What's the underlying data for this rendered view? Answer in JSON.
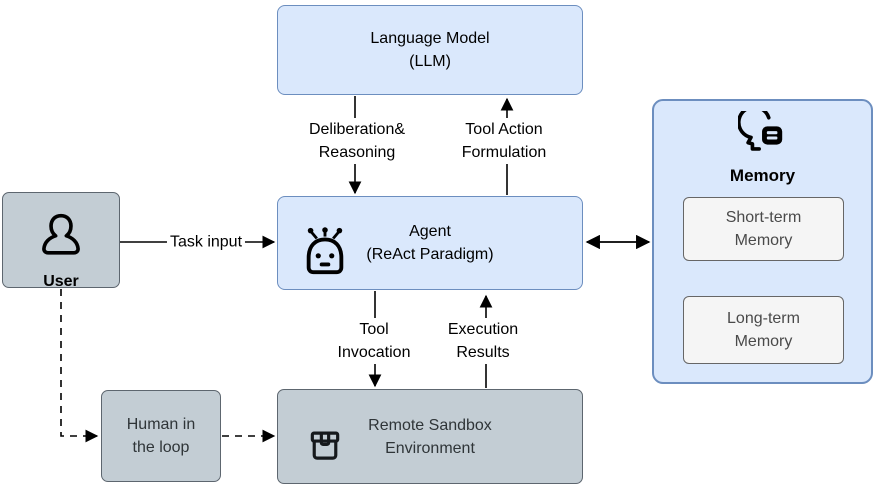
{
  "diagram": {
    "nodes": {
      "llm": {
        "label": "Language Model\n(LLM)"
      },
      "agent": {
        "label": "Agent\n(ReAct Paradigm)",
        "icon": "robot-icon"
      },
      "user": {
        "label": "User",
        "icon": "person-icon"
      },
      "memory": {
        "title": "Memory",
        "icon": "memory-chip-icon",
        "items": [
          {
            "label": "Short-term\nMemory"
          },
          {
            "label": "Long-term\nMemory"
          }
        ]
      },
      "human_in_loop": {
        "label": "Human in\nthe loop"
      },
      "sandbox": {
        "label": "Remote Sandbox\nEnvironment",
        "icon": "package-icon"
      }
    },
    "edges": {
      "llm_to_agent": {
        "label": "Deliberation&\nReasoning",
        "style": "solid",
        "direction": "down"
      },
      "agent_to_llm": {
        "label": "Tool Action\nFormulation",
        "style": "solid",
        "direction": "up"
      },
      "user_to_agent": {
        "label": "Task input",
        "style": "solid",
        "direction": "right"
      },
      "agent_memory": {
        "label": "",
        "style": "solid",
        "direction": "both"
      },
      "agent_to_sandbox": {
        "label": "Tool\nInvocation",
        "style": "solid",
        "direction": "down"
      },
      "sandbox_to_agent": {
        "label": "Execution\nResults",
        "style": "solid",
        "direction": "up"
      },
      "user_to_human": {
        "label": "",
        "style": "dashed",
        "direction": "right"
      },
      "human_to_sandbox": {
        "label": "",
        "style": "dashed",
        "direction": "right"
      }
    },
    "colors": {
      "blue_fill": "#dae8fc",
      "blue_border": "#6c8ebf",
      "gray_fill": "#c3cdd4",
      "gray_border": "#5d666f",
      "inner_fill": "#f5f5f5",
      "inner_border": "#666666",
      "line": "#000000"
    }
  }
}
